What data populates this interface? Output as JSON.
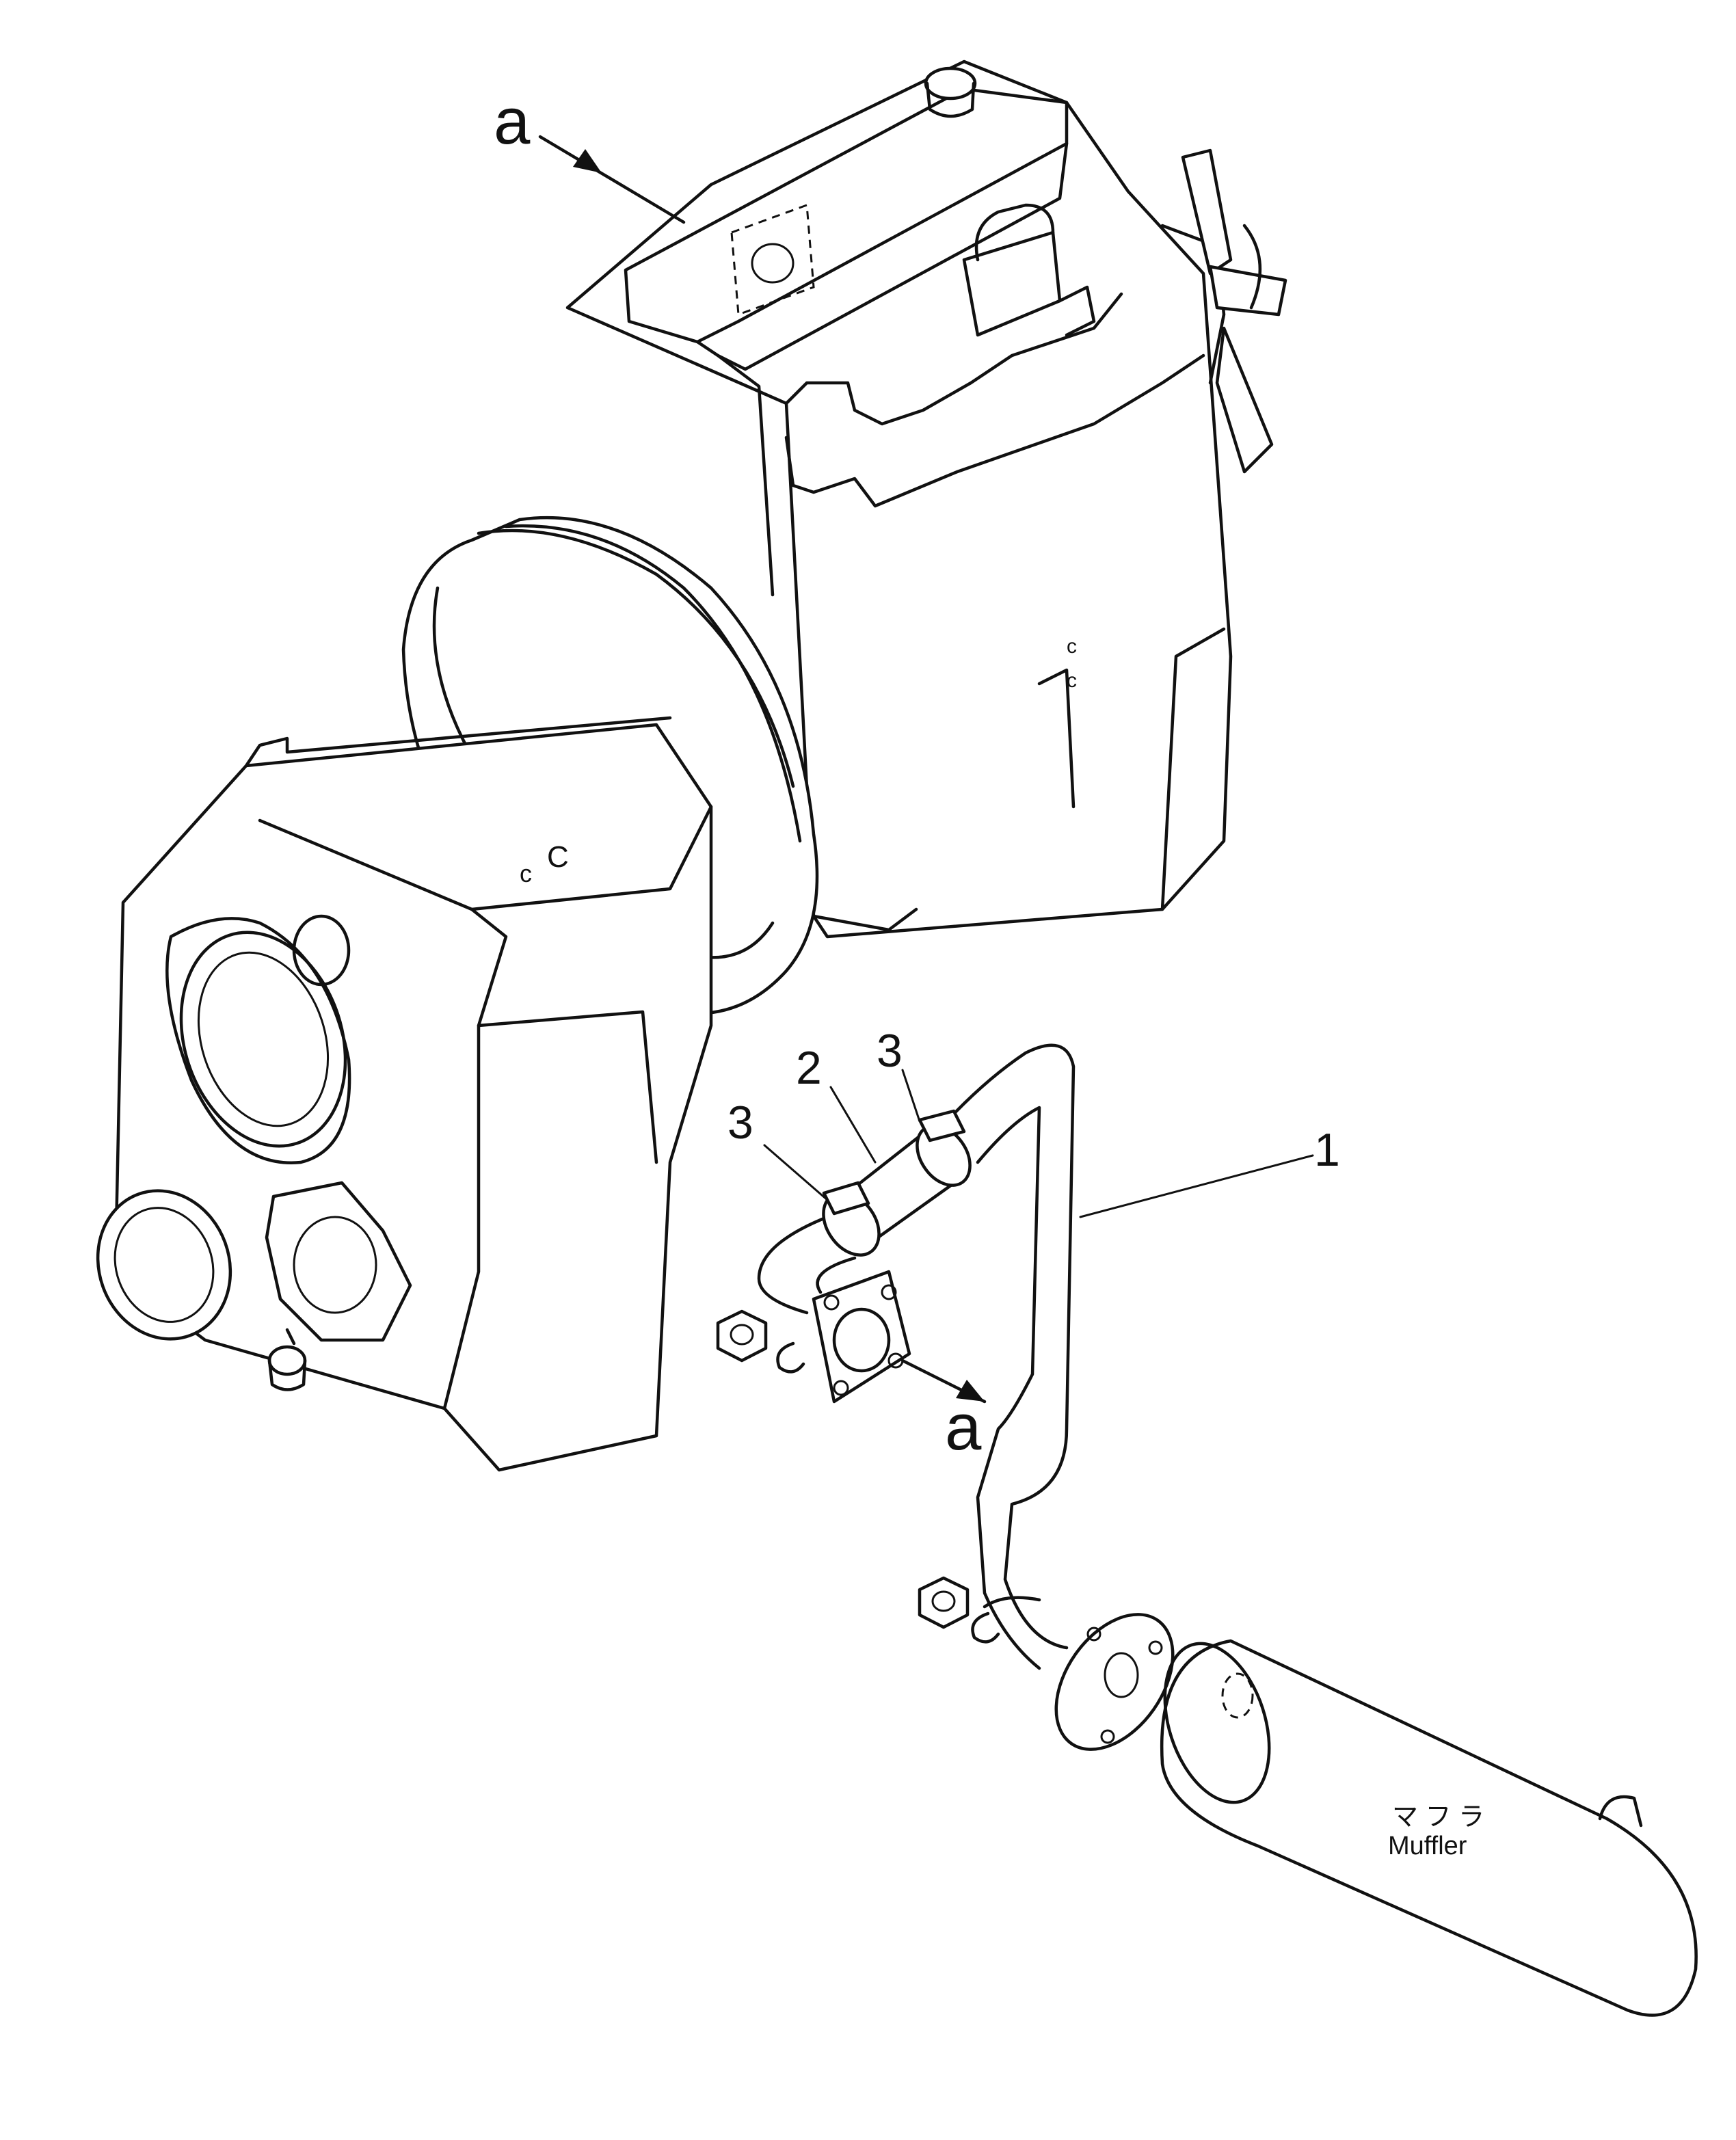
{
  "labels": {
    "view_a_top": "a",
    "view_a_bottom": "a",
    "part_1": "1",
    "part_2": "2",
    "part_3_left": "3",
    "part_3_right": "3",
    "muffler_jp": "マ フ ラ",
    "muffler_en": "Muffler"
  }
}
